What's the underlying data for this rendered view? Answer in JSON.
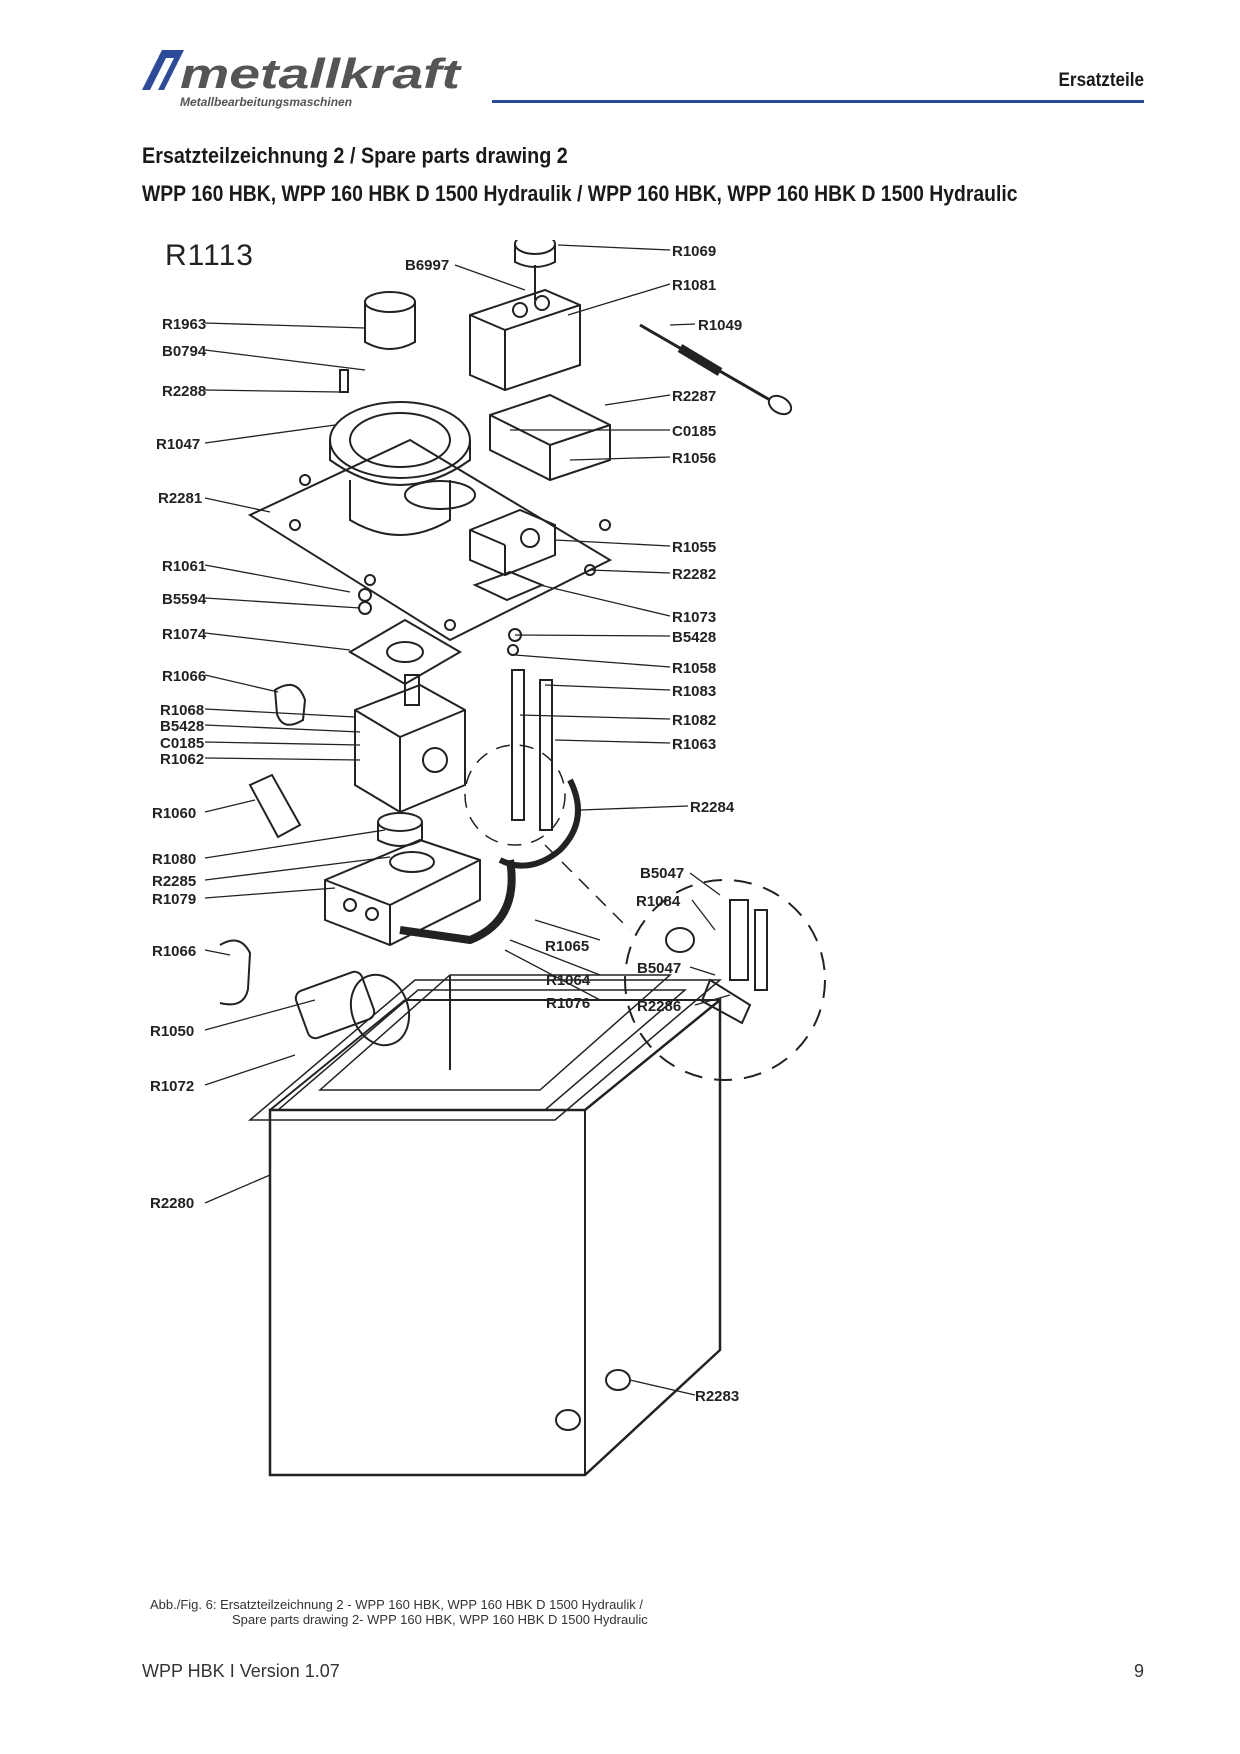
{
  "header": {
    "logo_text": "metallkraft",
    "logo_subtitle": "Metallbearbeitungsmaschinen",
    "section": "Ersatzteile",
    "accent_color": "#2c4a9a"
  },
  "title": {
    "line1": "Ersatzteilzeichnung 2 / Spare parts drawing 2",
    "line2": "WPP 160 HBK, WPP 160 HBK D 1500 Hydraulik / WPP 160 HBK, WPP 160 HBK D 1500 Hydraulic"
  },
  "drawing": {
    "reference": "R1113",
    "part_labels": [
      "R1069",
      "B6997",
      "R1081",
      "R1049",
      "R1963",
      "B0794",
      "R2288",
      "R2287",
      "R1047",
      "C0185",
      "R1056",
      "R2281",
      "R1055",
      "R1061",
      "R2282",
      "B5594",
      "R1073",
      "R1074",
      "B5428",
      "R1058",
      "R1066",
      "R1083",
      "R1068",
      "B5428",
      "R1082",
      "C0185",
      "R1063",
      "R1062",
      "R1060",
      "R2284",
      "R1080",
      "B5047",
      "R2285",
      "R1084",
      "R1079",
      "R1065",
      "R1066",
      "B5047",
      "R1064",
      "R1076",
      "R2286",
      "R1050",
      "R1072",
      "R2280",
      "R2283"
    ]
  },
  "caption": {
    "line1": "Abb./Fig. 6: Ersatzteilzeichnung 2 - WPP 160 HBK, WPP 160 HBK D 1500 Hydraulik /",
    "line2": "Spare parts drawing 2- WPP 160 HBK, WPP 160 HBK D 1500 Hydraulic"
  },
  "footer": {
    "left": "WPP HBK I Version 1.07",
    "page_number": "9"
  }
}
